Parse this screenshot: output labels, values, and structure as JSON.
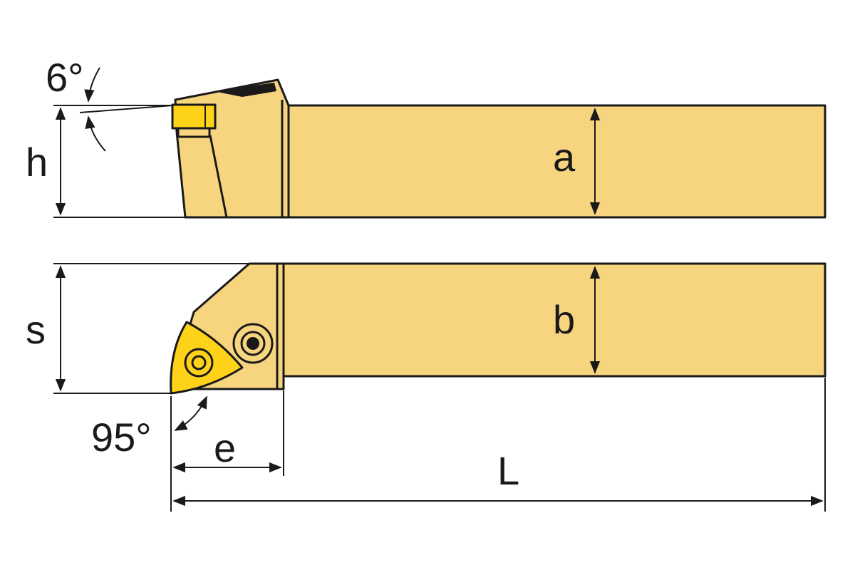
{
  "labels": {
    "angle_top": "6°",
    "h": "h",
    "a": "a",
    "s": "s",
    "b": "b",
    "angle_bottom": "95°",
    "e": "e",
    "L": "L"
  },
  "colors": {
    "body": "#f7d57f",
    "insert": "#ffd21a",
    "outline": "#1a1a1a",
    "background": "#ffffff"
  }
}
